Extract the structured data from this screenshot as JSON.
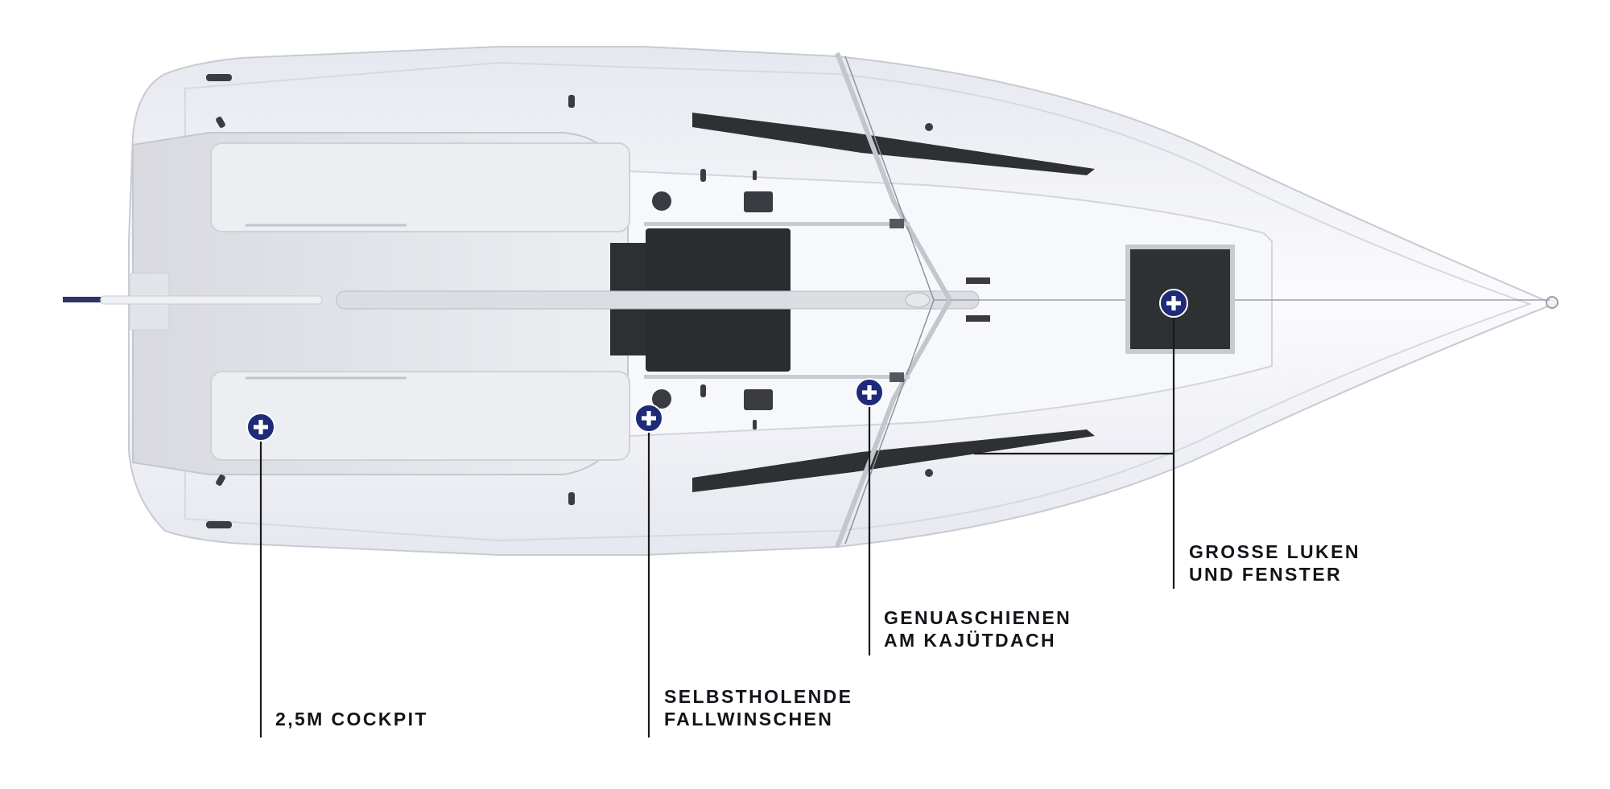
{
  "colors": {
    "marker": "#1f2a78",
    "leader": "#1a1a1a",
    "hull": "#f4f5f9",
    "deck": "#e9eaf0",
    "hatch": "#2e2f33",
    "text": "#111418"
  },
  "callouts": [
    {
      "id": "cockpit",
      "lines": [
        "2,5M COCKPIT"
      ]
    },
    {
      "id": "winches",
      "lines": [
        "SELBSTHOLENDE",
        "FALLWINSCHEN"
      ]
    },
    {
      "id": "genoa-tracks",
      "lines": [
        "GENUASCHIENEN",
        "AM KAJÜTDACH"
      ]
    },
    {
      "id": "hatches",
      "lines": [
        "GROSSE LUKEN",
        "UND FENSTER"
      ]
    }
  ],
  "icons": {
    "marker": "plus-circle-icon"
  }
}
